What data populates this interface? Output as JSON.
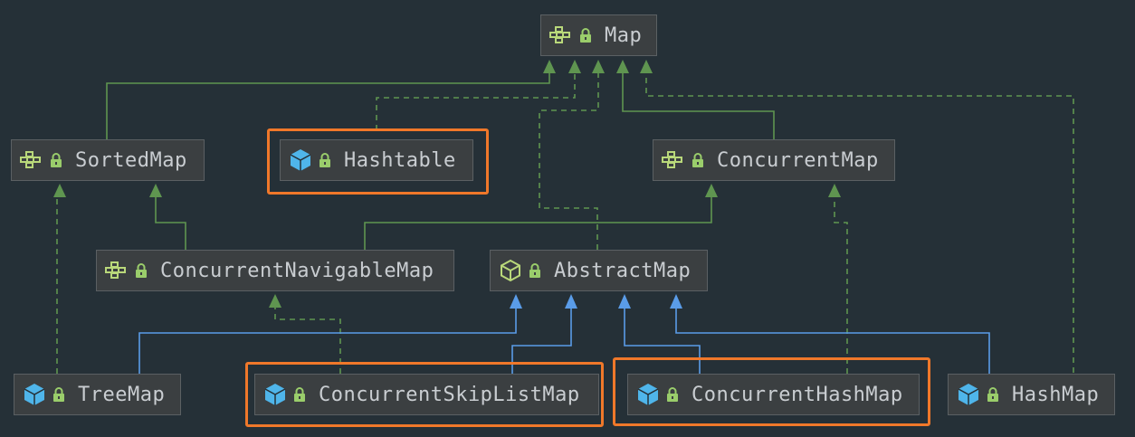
{
  "nodes": [
    {
      "id": "map",
      "label": "Map",
      "icon": "interface-icon"
    },
    {
      "id": "sortedmap",
      "label": "SortedMap",
      "icon": "interface-icon"
    },
    {
      "id": "hashtable",
      "label": "Hashtable",
      "icon": "class-icon"
    },
    {
      "id": "concurrentmap",
      "label": "ConcurrentMap",
      "icon": "interface-icon"
    },
    {
      "id": "concurrentnavigablemap",
      "label": "ConcurrentNavigableMap",
      "icon": "interface-icon"
    },
    {
      "id": "abstractmap",
      "label": "AbstractMap",
      "icon": "abstract-class-icon"
    },
    {
      "id": "treemap",
      "label": "TreeMap",
      "icon": "class-icon"
    },
    {
      "id": "concurrentskiplistmap",
      "label": "ConcurrentSkipListMap",
      "icon": "class-icon"
    },
    {
      "id": "concurrenthashmap",
      "label": "ConcurrentHashMap",
      "icon": "class-icon"
    },
    {
      "id": "hashmap",
      "label": "HashMap",
      "icon": "class-icon"
    }
  ],
  "highlighted": [
    "hashtable",
    "concurrentskiplistmap",
    "concurrenthashmap"
  ],
  "colors": {
    "background": "#253037",
    "node_fill": "#3b3f41",
    "interface_edge": "#5f9550",
    "extends_edge": "#5a9ce8",
    "highlight": "#f0782a",
    "interface_icon": "#b9d87a",
    "class_icon": "#4fb5ea",
    "lock_icon": "#9acd6b",
    "text": "#c9cdd1"
  },
  "edge_types": {
    "solid_green": "interface extends interface",
    "dashed_green": "class implements interface",
    "solid_blue": "class extends class"
  }
}
